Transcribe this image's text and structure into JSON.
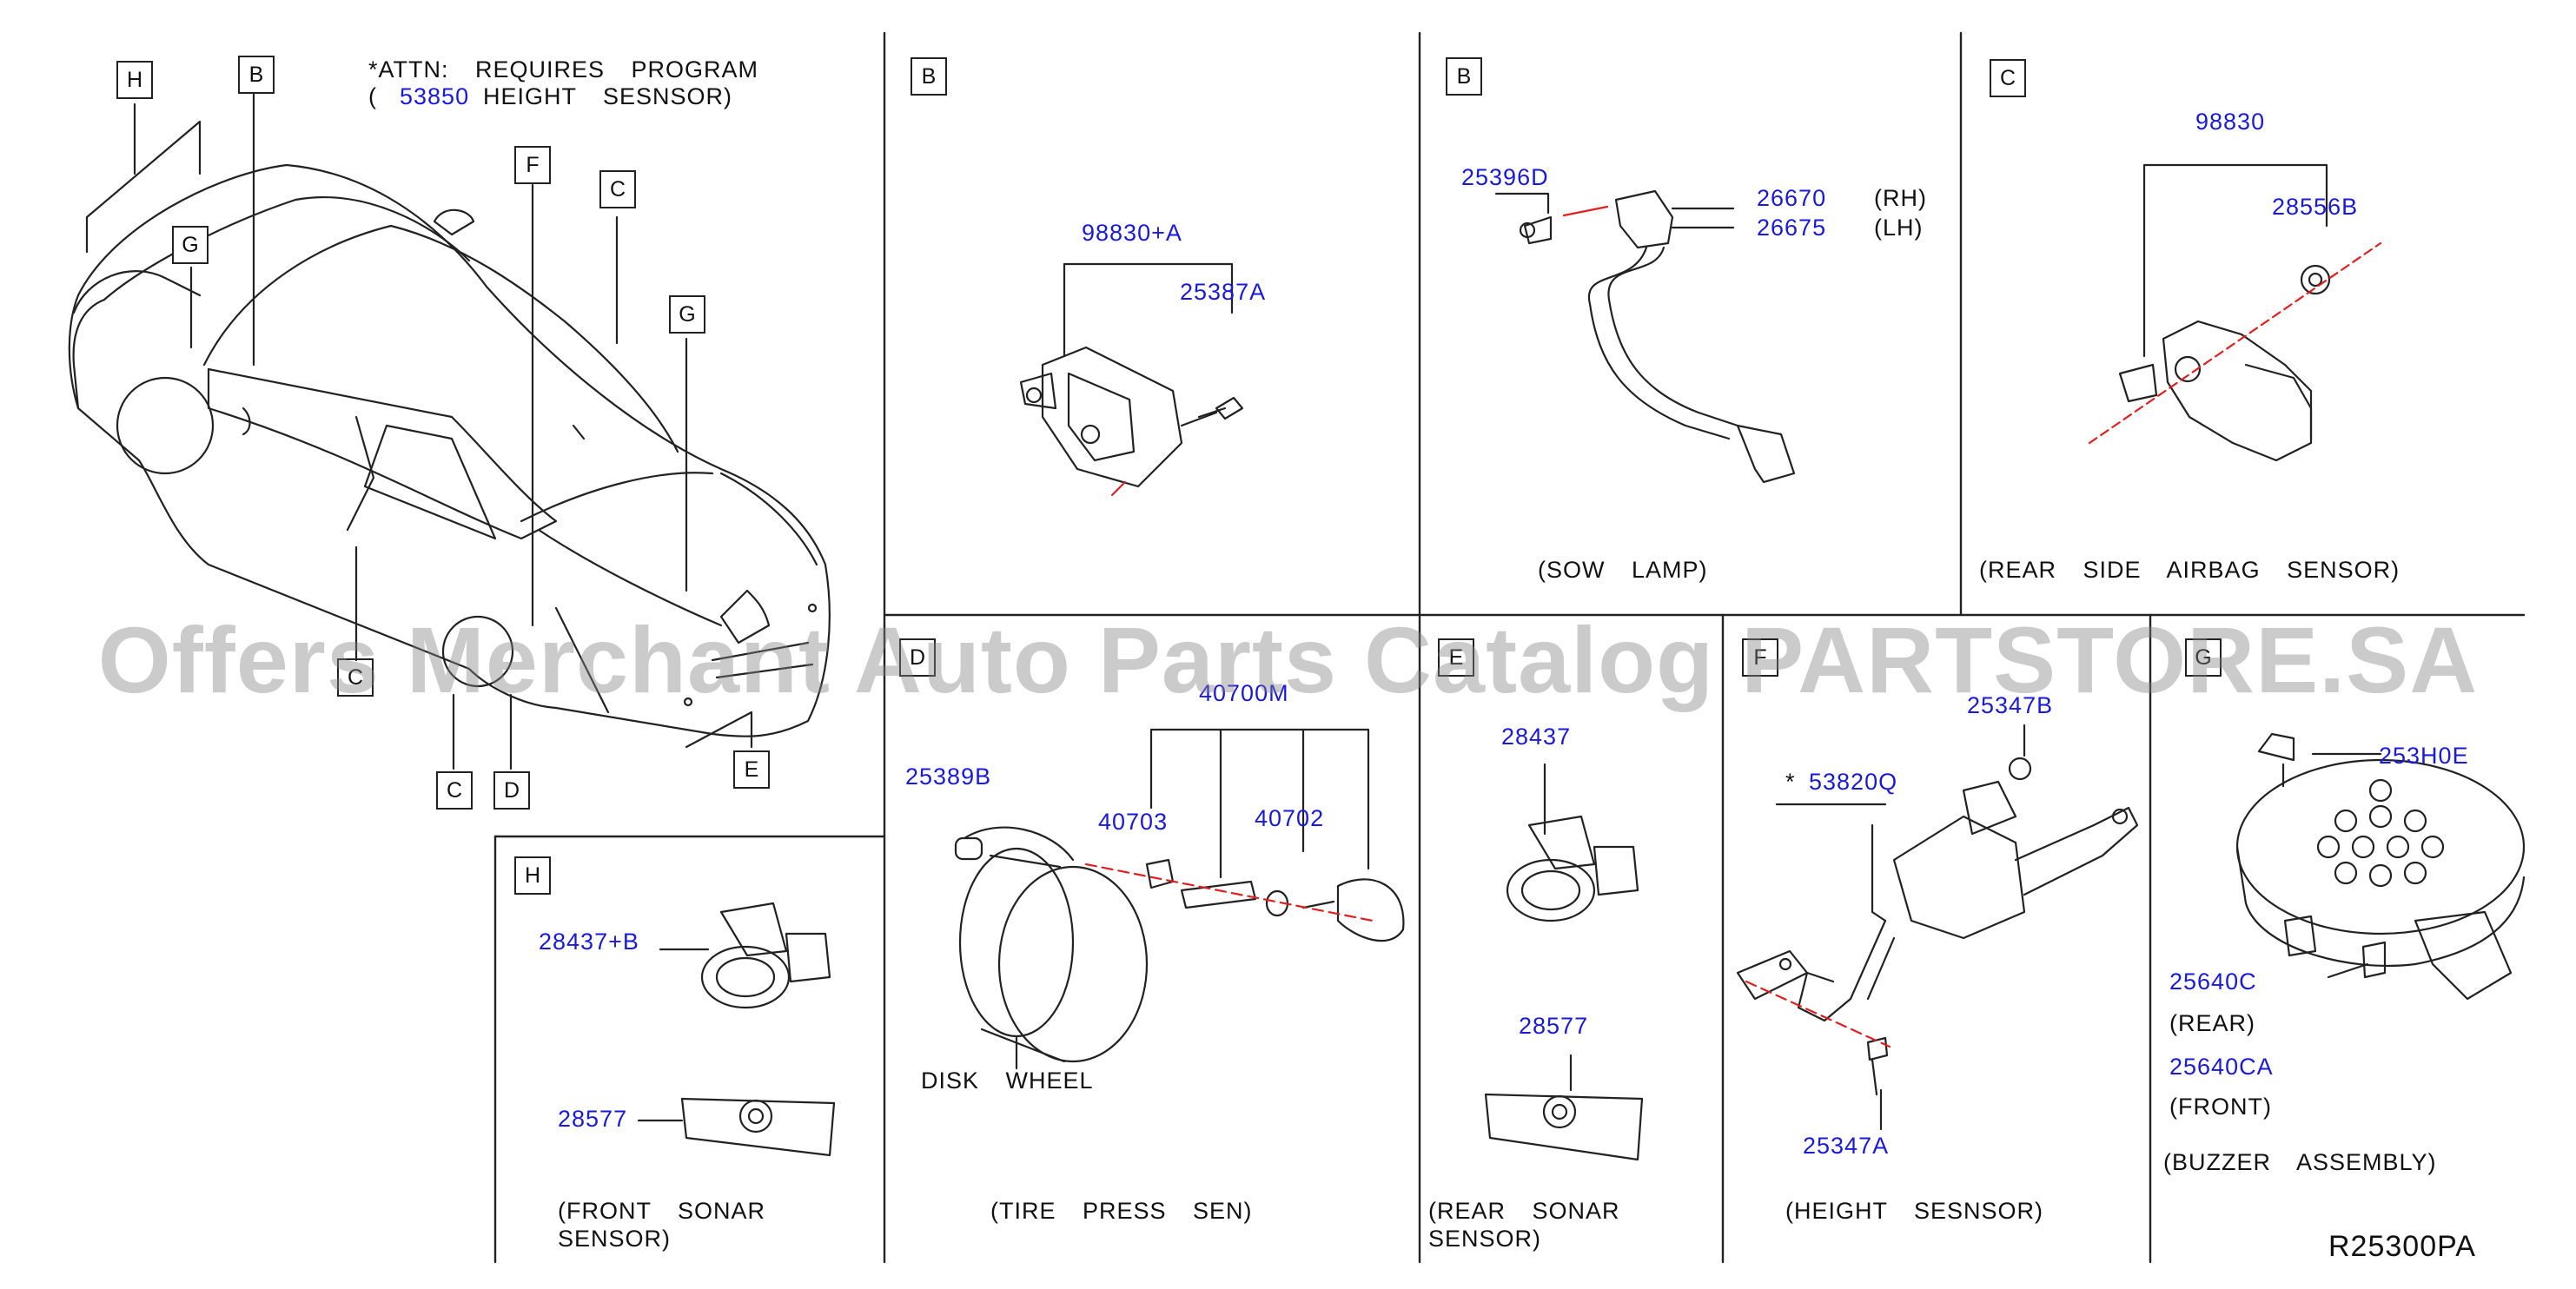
{
  "attn": {
    "line1": "*ATTN:  REQUIRES  PROGRAM",
    "open_paren": "(",
    "part": "53850",
    "line2": "HEIGHT  SESNSOR)"
  },
  "car_markers": [
    "H",
    "B",
    "G",
    "F",
    "C",
    "G",
    "C",
    "C",
    "D",
    "E"
  ],
  "panels": {
    "b1": {
      "letter": "B",
      "parts": [
        "98830+A",
        "25387A"
      ]
    },
    "b2": {
      "letter": "B",
      "parts": [
        "25396D",
        "26670",
        "26675"
      ],
      "rh": "(RH)",
      "lh": "(LH)",
      "caption": "(SOW  LAMP)"
    },
    "c": {
      "letter": "C",
      "parts": [
        "98830",
        "28556B"
      ],
      "caption": "(REAR  SIDE  AIRBAG  SENSOR)"
    },
    "d": {
      "letter": "D",
      "parts": [
        "40700M",
        "25389B",
        "40703",
        "40702"
      ],
      "wheel_label": "DISK  WHEEL",
      "caption": "(TIRE  PRESS  SEN)"
    },
    "e": {
      "letter": "E",
      "parts": [
        "28437",
        "28577"
      ],
      "caption1": "(REAR  SONAR",
      "caption2": "SENSOR)"
    },
    "f": {
      "letter": "F",
      "parts": [
        "25347B",
        "53820Q",
        "25347A"
      ],
      "star": "*",
      "caption": "(HEIGHT  SESNSOR)"
    },
    "g": {
      "letter": "G",
      "parts": [
        "253H0E",
        "25640C",
        "25640CA"
      ],
      "rear": "(REAR)",
      "front": "(FRONT)",
      "caption": "(BUZZER  ASSEMBLY)"
    },
    "h": {
      "letter": "H",
      "parts": [
        "28437+B",
        "28577"
      ],
      "caption1": "(FRONT  SONAR",
      "caption2": "SENSOR)"
    }
  },
  "reference_code": "R25300PA",
  "watermark": "Offers Merchant Auto Parts Catalog PARTSTORE.SA",
  "colors": {
    "part_number": "#1a1adb",
    "line": "#222222",
    "center_line": "#e02020"
  }
}
